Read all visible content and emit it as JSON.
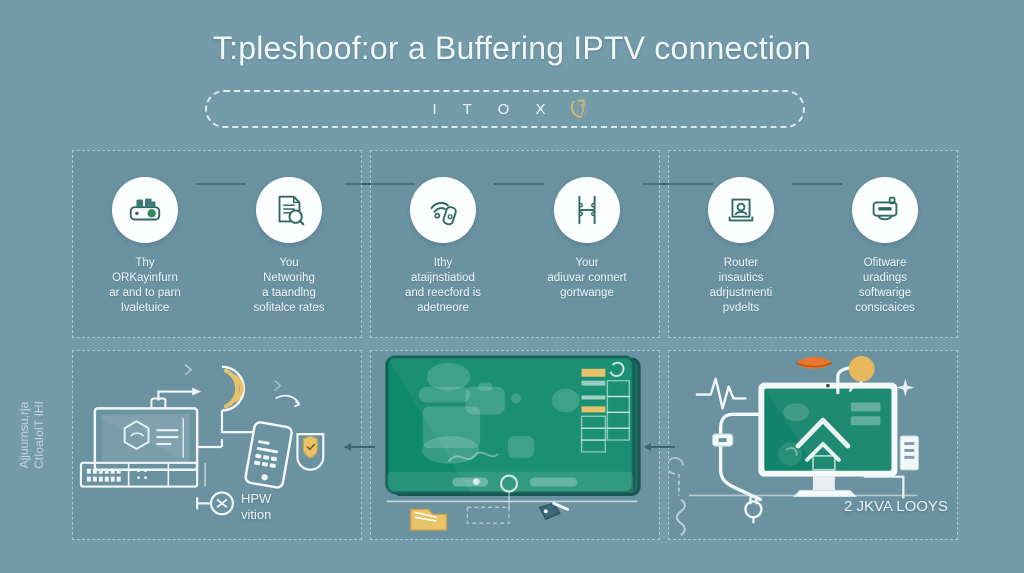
{
  "header": {
    "title": "T:pleshoof:or a Buffering IPTV connection",
    "subtitle_letters": "I T O X",
    "subtitle_icon": "phone-swirl-icon"
  },
  "colors": {
    "background": "#739baa",
    "panel_fill": "#608896",
    "panel_border": "#e9f3f6",
    "icon_stroke": "#2e6a66",
    "connector": "#37626f",
    "screen_green": "#16856b",
    "accent_gold": "#e8c36a",
    "accent_orange": "#e8762c"
  },
  "steps": [
    {
      "icon": "router-modem-icon",
      "label": "Thy\nORKayinfurn\nar and to parn\nIvaletuice"
    },
    {
      "icon": "document-search-icon",
      "label": "You\nNetworihg\na taandlng\nsofitalce rates"
    },
    {
      "icon": "wifi-signal-icon",
      "label": "Ithy\nataijnstiatiod\nand reecford is\nadetneore"
    },
    {
      "icon": "bandwidth-meter-icon",
      "label": "Your\nadiuvar connert\ngortwange"
    },
    {
      "icon": "router-settings-icon",
      "label": "Router\ninsautics\nadrjustmenti\npvdelts"
    },
    {
      "icon": "software-update-icon",
      "label": "Ofitware\nuradings\nsoftwarige\nconsicaices"
    }
  ],
  "illustrations": {
    "left": {
      "name": "network-devices-illustration",
      "caption": "HPW\nvition"
    },
    "middle": {
      "name": "tv-streaming-illustration",
      "caption": ""
    },
    "right": {
      "name": "monitor-diagnostics-illustration",
      "caption": "2 JKVA LOOYS"
    }
  },
  "side_text": "Ajjuurnsu,rja\nCtIoaIoIT  IHI"
}
